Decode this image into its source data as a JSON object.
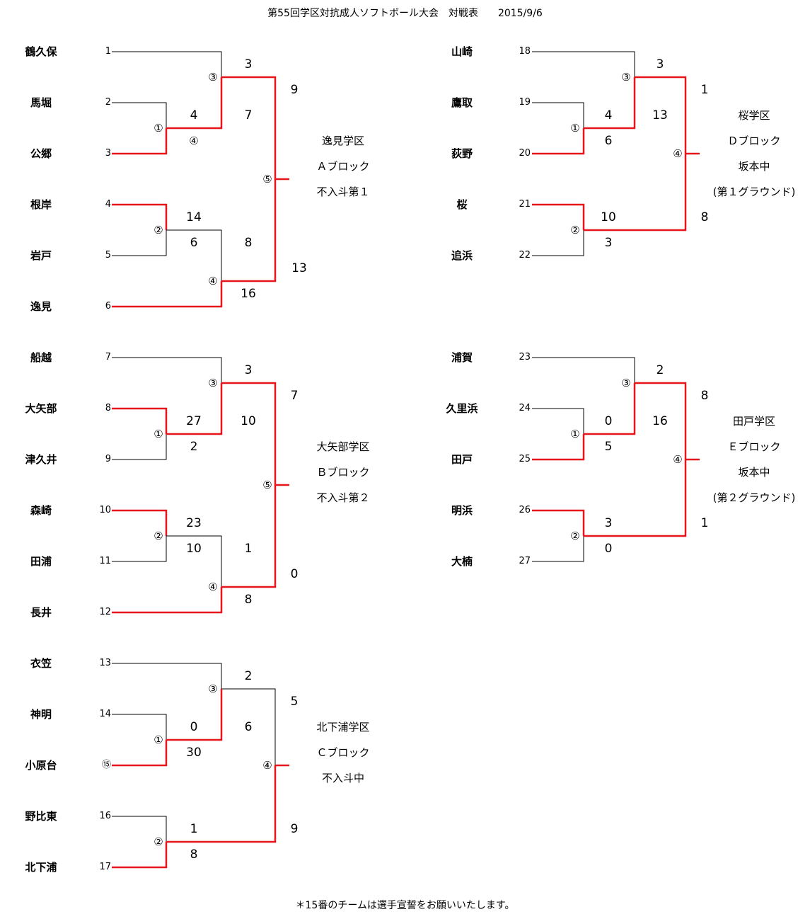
{
  "title": "第55回学区対抗成人ソフトボール大会　対戦表　　2015/9/6",
  "footnote": "＊15番のチームは選手宣誓をお願いいたします。",
  "colors": {
    "winner_line": "#e8161b",
    "line": "#000000"
  },
  "blocks": [
    {
      "id": "A",
      "teams": [
        {
          "name": "鶴久保",
          "seed": "1"
        },
        {
          "name": "馬堀",
          "seed": "2"
        },
        {
          "name": "公郷",
          "seed": "3"
        },
        {
          "name": "根岸",
          "seed": "4"
        },
        {
          "name": "岩戸",
          "seed": "5"
        },
        {
          "name": "逸見",
          "seed": "6"
        }
      ],
      "marks": [
        "③",
        "①",
        "④",
        "⑤",
        "②",
        "④"
      ],
      "scores": [
        "3",
        "9",
        "4",
        "7",
        "14",
        "8",
        "6",
        "13",
        "16"
      ],
      "info": [
        "逸見学区",
        "Ａブロック",
        "不入斗第１"
      ]
    },
    {
      "id": "B",
      "teams": [
        {
          "name": "船越",
          "seed": "7"
        },
        {
          "name": "大矢部",
          "seed": "8"
        },
        {
          "name": "津久井",
          "seed": "9"
        },
        {
          "name": "森崎",
          "seed": "10"
        },
        {
          "name": "田浦",
          "seed": "11"
        },
        {
          "name": "長井",
          "seed": "12"
        }
      ],
      "marks": [
        "③",
        "①",
        "⑤",
        "②",
        "④"
      ],
      "scores": [
        "3",
        "7",
        "27",
        "10",
        "2",
        "23",
        "10",
        "1",
        "0",
        "8"
      ],
      "info": [
        "大矢部学区",
        "Ｂブロック",
        "不入斗第２"
      ]
    },
    {
      "id": "C",
      "teams": [
        {
          "name": "衣笠",
          "seed": "13"
        },
        {
          "name": "神明",
          "seed": "14"
        },
        {
          "name": "小原台",
          "seed": "⑮"
        },
        {
          "name": "野比東",
          "seed": "16"
        },
        {
          "name": "北下浦",
          "seed": "17"
        }
      ],
      "marks": [
        "③",
        "①",
        "④",
        "②"
      ],
      "scores": [
        "2",
        "5",
        "0",
        "6",
        "30",
        "1",
        "9",
        "8"
      ],
      "info": [
        "北下浦学区",
        "Ｃブロック",
        "不入斗中"
      ]
    },
    {
      "id": "D",
      "teams": [
        {
          "name": "山崎",
          "seed": "18"
        },
        {
          "name": "鷹取",
          "seed": "19"
        },
        {
          "name": "荻野",
          "seed": "20"
        },
        {
          "name": "桜",
          "seed": "21"
        },
        {
          "name": "追浜",
          "seed": "22"
        }
      ],
      "marks": [
        "③",
        "①",
        "④",
        "②"
      ],
      "scores": [
        "3",
        "1",
        "4",
        "13",
        "6",
        "10",
        "8",
        "3"
      ],
      "info": [
        "桜学区",
        "Ｄブロック",
        "坂本中",
        "(第１グラウンド)"
      ]
    },
    {
      "id": "E",
      "teams": [
        {
          "name": "浦賀",
          "seed": "23"
        },
        {
          "name": "久里浜",
          "seed": "24"
        },
        {
          "name": "田戸",
          "seed": "25"
        },
        {
          "name": "明浜",
          "seed": "26"
        },
        {
          "name": "大楠",
          "seed": "27"
        }
      ],
      "marks": [
        "③",
        "①",
        "④",
        "②"
      ],
      "scores": [
        "2",
        "8",
        "0",
        "16",
        "5",
        "3",
        "1",
        "0"
      ],
      "info": [
        "田戸学区",
        "Ｅブロック",
        "坂本中",
        "(第２グラウンド)"
      ]
    }
  ]
}
